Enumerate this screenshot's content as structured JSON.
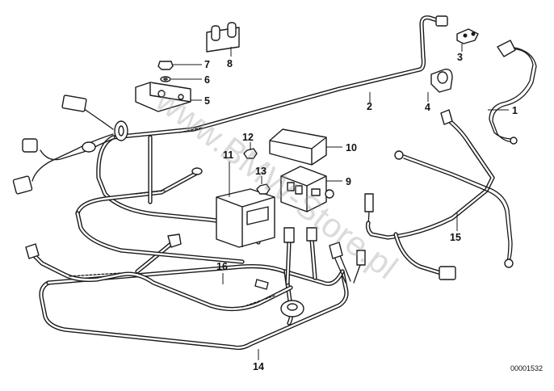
{
  "diagram": {
    "callouts": [
      {
        "id": "1",
        "label": "1",
        "part": "cable-1"
      },
      {
        "id": "2",
        "label": "2",
        "part": "cable-2"
      },
      {
        "id": "3",
        "label": "3",
        "part": "terminal-3"
      },
      {
        "id": "4",
        "label": "4",
        "part": "clamp-4"
      },
      {
        "id": "5",
        "label": "5",
        "part": "bracket-5"
      },
      {
        "id": "6",
        "label": "6",
        "part": "washer-6"
      },
      {
        "id": "7",
        "label": "7",
        "part": "nut-7"
      },
      {
        "id": "8",
        "label": "8",
        "part": "holder-8"
      },
      {
        "id": "9",
        "label": "9",
        "part": "terminal-box-9"
      },
      {
        "id": "10",
        "label": "10",
        "part": "cover-10"
      },
      {
        "id": "11",
        "label": "11",
        "part": "cover-11"
      },
      {
        "id": "12",
        "label": "12",
        "part": "nut-12"
      },
      {
        "id": "13",
        "label": "13",
        "part": "nut-13"
      },
      {
        "id": "14",
        "label": "14",
        "part": "harness-14"
      },
      {
        "id": "15",
        "label": "15",
        "part": "cable-15"
      },
      {
        "id": "16",
        "label": "16",
        "part": "cable-16"
      }
    ],
    "watermark": "www.BMW-Store.pl",
    "drawing_number": "00001532"
  }
}
